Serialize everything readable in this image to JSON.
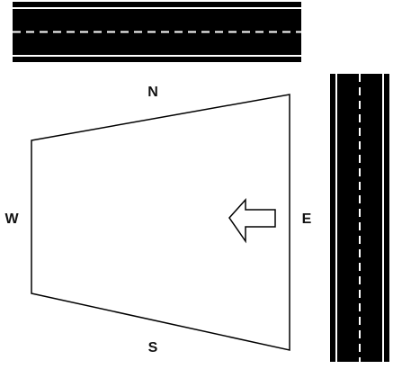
{
  "compass": {
    "north": "N",
    "south": "S",
    "east": "E",
    "west": "W"
  },
  "colors": {
    "road": "#000000",
    "road_edge_line": "#ffffff",
    "road_center_dash": "#ffffff",
    "lot_outline": "#000000",
    "arrow_outline": "#000000",
    "label": "#111111"
  },
  "arrow": {
    "icon": "arrow-left-icon",
    "direction": "west"
  }
}
